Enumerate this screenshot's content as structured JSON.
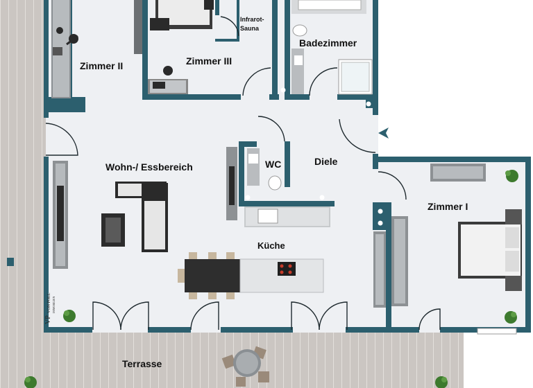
{
  "plan": {
    "colors": {
      "wall": "#2c5f6e",
      "floor": "#eef0f3",
      "deck": "#c9c5c2",
      "deck_line": "#e3e0dd",
      "furniture": "#6e6e6e",
      "dark": "#2a2a2a"
    },
    "rooms": {
      "zimmer2": "Zimmer II",
      "zimmer3": "Zimmer III",
      "sauna_line1": "Infrarot-",
      "sauna_line2": "Sauna",
      "bad": "Badezimmer",
      "wohn": "Wohn-/ Essbereich",
      "wc": "WC",
      "diele": "Diele",
      "kueche": "Küche",
      "zimmer1": "Zimmer I",
      "terrasse": "Terrasse"
    },
    "logo": {
      "monogram": "VP",
      "line1": "VON POLL",
      "line2": "IMMOBILIEN"
    }
  }
}
